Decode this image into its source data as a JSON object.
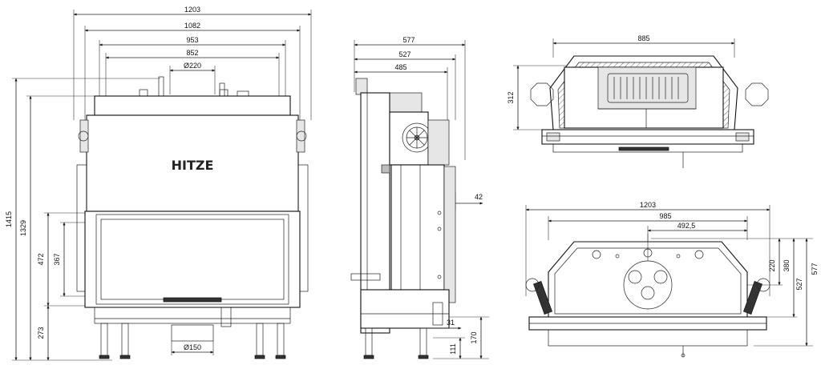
{
  "brand": "HITZE",
  "front_view": {
    "dims": {
      "w1203": "1203",
      "w1082": "1082",
      "w953": "953",
      "w852": "852",
      "d220": "Ø220",
      "h1415": "1415",
      "h1329": "1329",
      "h472": "472",
      "h367": "367",
      "h273": "273",
      "d150": "Ø150"
    }
  },
  "side_view": {
    "dims": {
      "w577": "577",
      "w527": "527",
      "w485": "485",
      "d42": "42",
      "d31": "31",
      "h111": "111",
      "h170": "170"
    }
  },
  "top_view": {
    "dims": {
      "w885": "885",
      "h312": "312"
    }
  },
  "bottom_view": {
    "dims": {
      "w1203": "1203",
      "w985": "985",
      "w4925": "492,5",
      "h220": "220",
      "h380": "380",
      "h527": "527",
      "h577": "577"
    }
  }
}
